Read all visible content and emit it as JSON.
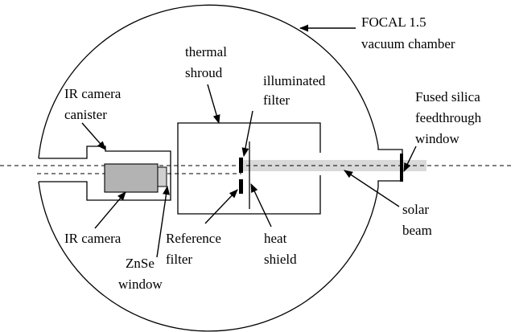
{
  "labels": {
    "focal": "FOCAL 1.5",
    "vacuum": "vacuum chamber",
    "thermal": "thermal",
    "shroud": "shroud",
    "illuminated": "illuminated",
    "filter_top": "filter",
    "ir_camera_line1": "IR camera",
    "canister": "canister",
    "fused": "Fused silica",
    "feedthrough": "feedthrough",
    "window_right": "window",
    "ir_camera": "IR camera",
    "reference": "Reference",
    "filter_bottom": "filter",
    "heat": "heat",
    "shield": "shield",
    "solar": "solar",
    "beam": "beam",
    "znse": "ZnSe",
    "window_bottom": "window"
  },
  "colors": {
    "stroke": "#000000",
    "camera_fill": "#b3b3b3",
    "camera_lens_fill": "#d0d0d0",
    "beam_fill": "#d9d9d9"
  }
}
